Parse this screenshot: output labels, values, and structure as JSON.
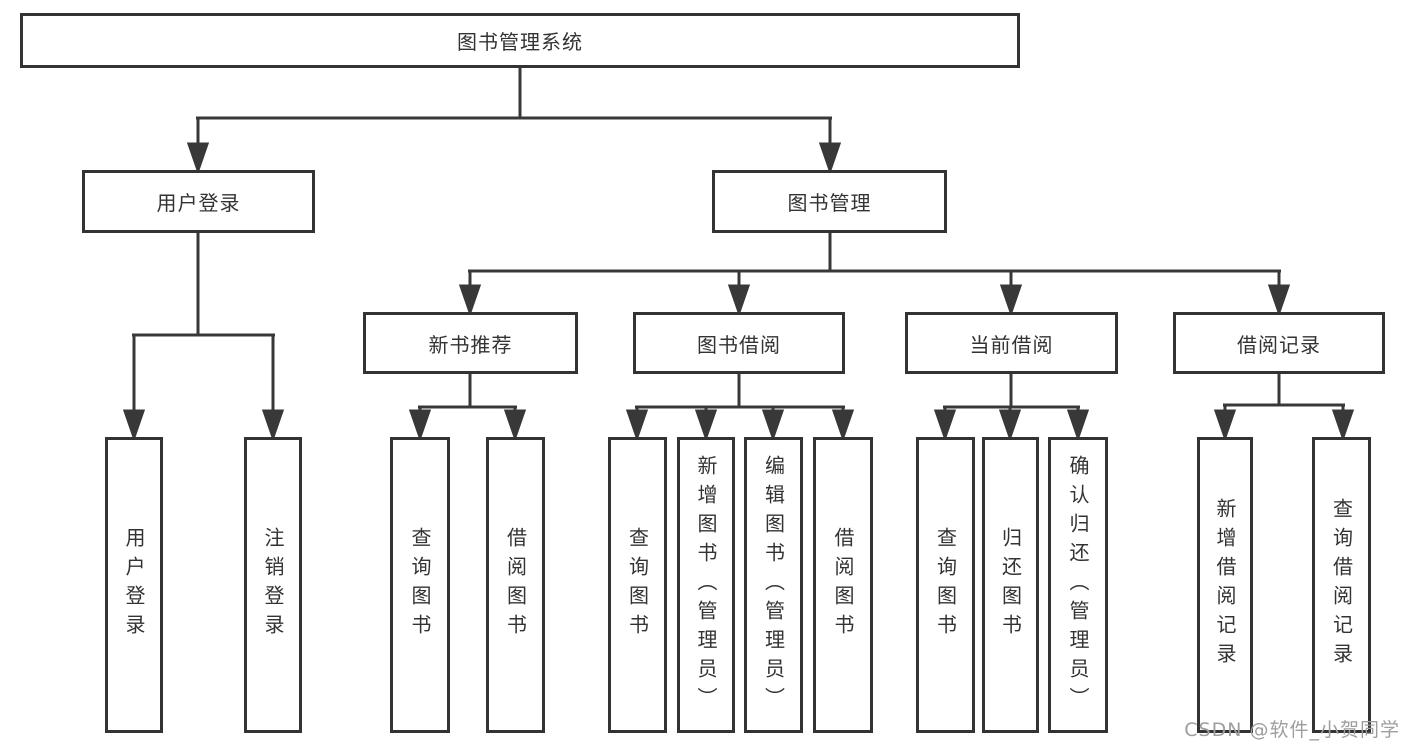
{
  "diagram": {
    "type": "hierarchy-tree",
    "title": "图书管理系统",
    "structure": {
      "图书管理系统": {
        "用户登录": [
          "用户登录",
          "注销登录"
        ],
        "图书管理": {
          "新书推荐": [
            "查询图书",
            "借阅图书"
          ],
          "图书借阅": [
            "查询图书",
            "新增图书（管理员）",
            "编辑图书（管理员）",
            "借阅图书"
          ],
          "当前借阅": [
            "查询图书",
            "归还图书",
            "确认归还（管理员）"
          ],
          "借阅记录": [
            "新增借阅记录",
            "查询借阅记录"
          ]
        }
      }
    }
  },
  "nodes": {
    "root": "图书管理系统",
    "user_login": "用户登录",
    "book_mgmt": "图书管理",
    "new_book_rec": "新书推荐",
    "book_borrow": "图书借阅",
    "current_borrow": "当前借阅",
    "borrow_record": "借阅记录",
    "leaf_user_login": "用户登录",
    "leaf_logout": "注销登录",
    "leaf_query_book_a": "查询图书",
    "leaf_borrow_book_a": "借阅图书",
    "leaf_query_book_b": "查询图书",
    "leaf_add_book_admin": "新增图书（管理员）",
    "leaf_edit_book_admin": "编辑图书（管理员）",
    "leaf_borrow_book_b": "借阅图书",
    "leaf_query_book_c": "查询图书",
    "leaf_return_book": "归还图书",
    "leaf_confirm_return_admin": "确认归还（管理员）",
    "leaf_add_borrow_record": "新增借阅记录",
    "leaf_query_borrow_record": "查询借阅记录"
  },
  "watermark": "CSDN @软件_小贺同学",
  "colors": {
    "line": "#383838",
    "border": "#333333",
    "text": "#333333",
    "background": "#ffffff",
    "watermark": "#9e9e9e"
  }
}
